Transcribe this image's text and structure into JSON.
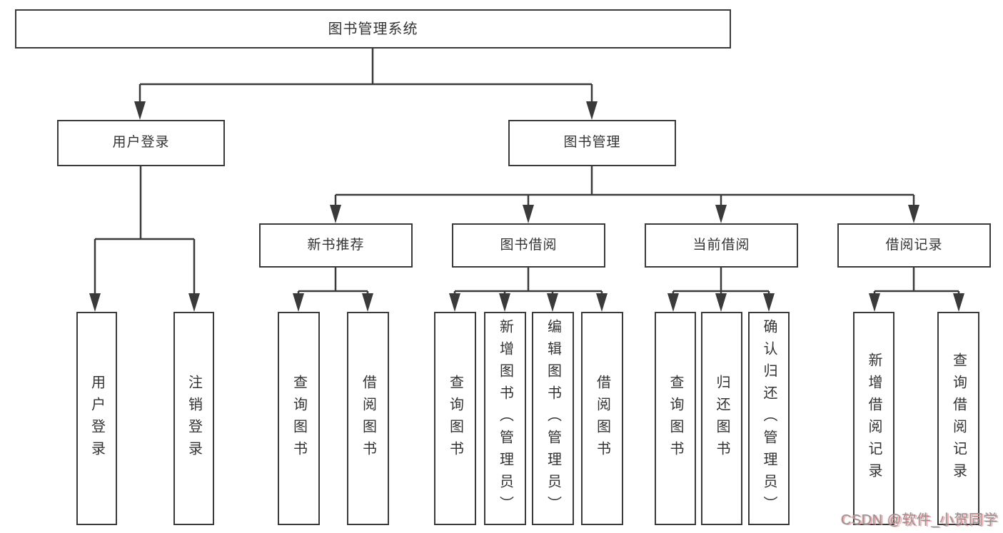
{
  "diagram": {
    "root": {
      "label": "图书管理系统"
    },
    "branches": [
      {
        "label": "用户登录"
      },
      {
        "label": "图书管理"
      }
    ],
    "modules": [
      {
        "label": "新书推荐"
      },
      {
        "label": "图书借阅"
      },
      {
        "label": "当前借阅"
      },
      {
        "label": "借阅记录"
      }
    ],
    "leaf_groups": [
      {
        "items": [
          "用户登录",
          "注销登录"
        ]
      },
      {
        "items": [
          "查询图书",
          "借阅图书"
        ]
      },
      {
        "items": [
          "查询图书",
          "新增图书（管理员）",
          "编辑图书（管理员）",
          "借阅图书"
        ]
      },
      {
        "items": [
          "查询图书",
          "归还图书",
          "确认归还（管理员）"
        ]
      },
      {
        "items": [
          "新增借阅记录",
          "查询借阅记录"
        ]
      }
    ]
  },
  "watermark": {
    "text": "CSDN @软件_小贺同学"
  },
  "colors": {
    "stroke": "#3a3a3a",
    "text": "#333333",
    "background": "#ffffff",
    "watermark": "#949494",
    "watermark_shadow": "#eb8c91"
  }
}
